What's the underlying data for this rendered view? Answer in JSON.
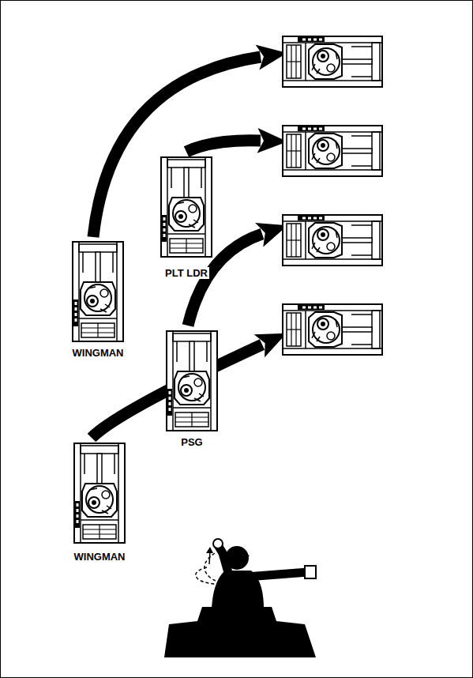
{
  "diagram": {
    "nodes": [
      {
        "text": [
          "PLT LDR"
        ]
      },
      {
        "text": [
          "WINGMAN"
        ]
      },
      {
        "text": [
          "PSG"
        ]
      },
      {
        "text": [
          "WINGMAN"
        ]
      }
    ]
  }
}
